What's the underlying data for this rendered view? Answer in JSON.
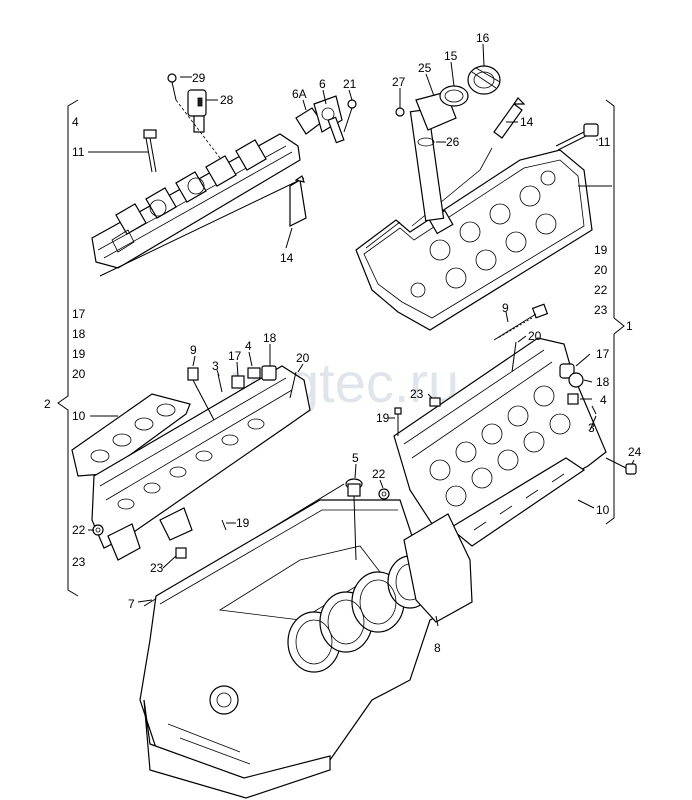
{
  "watermark": "vsgtec.ru",
  "callouts": {
    "c29": "29",
    "c28": "28",
    "c6A": "6A",
    "c6": "6",
    "c21": "21",
    "c27": "27",
    "c25": "25",
    "c15": "15",
    "c16": "16",
    "c14_r": "14",
    "c26": "26",
    "c11_r": "11",
    "c4_l": "4",
    "c11_l": "11",
    "c14_l": "14",
    "c17_l": "17",
    "c18_l": "18",
    "c19_l": "19",
    "c20_l": "20",
    "c2": "2",
    "c10_l": "10",
    "c22_l": "22",
    "c23_l": "23",
    "c9_m": "9",
    "c3_m": "3",
    "c17_m": "17",
    "c4_m": "4",
    "c18_m": "18",
    "c20_m": "20",
    "c23_b": "23",
    "c19_b": "19",
    "c7": "7",
    "c5": "5",
    "c22_m": "22",
    "c8": "8",
    "c19_r": "19",
    "c20_r": "20",
    "c22_r": "22",
    "c23_r": "23",
    "c9_r": "9",
    "c20_r2": "20",
    "c1": "1",
    "c17_r": "17",
    "c18_r": "18",
    "c4_r": "4",
    "c23_r2": "23",
    "c19_r2": "19",
    "c3_r": "3",
    "c24": "24",
    "c10_r": "10"
  }
}
